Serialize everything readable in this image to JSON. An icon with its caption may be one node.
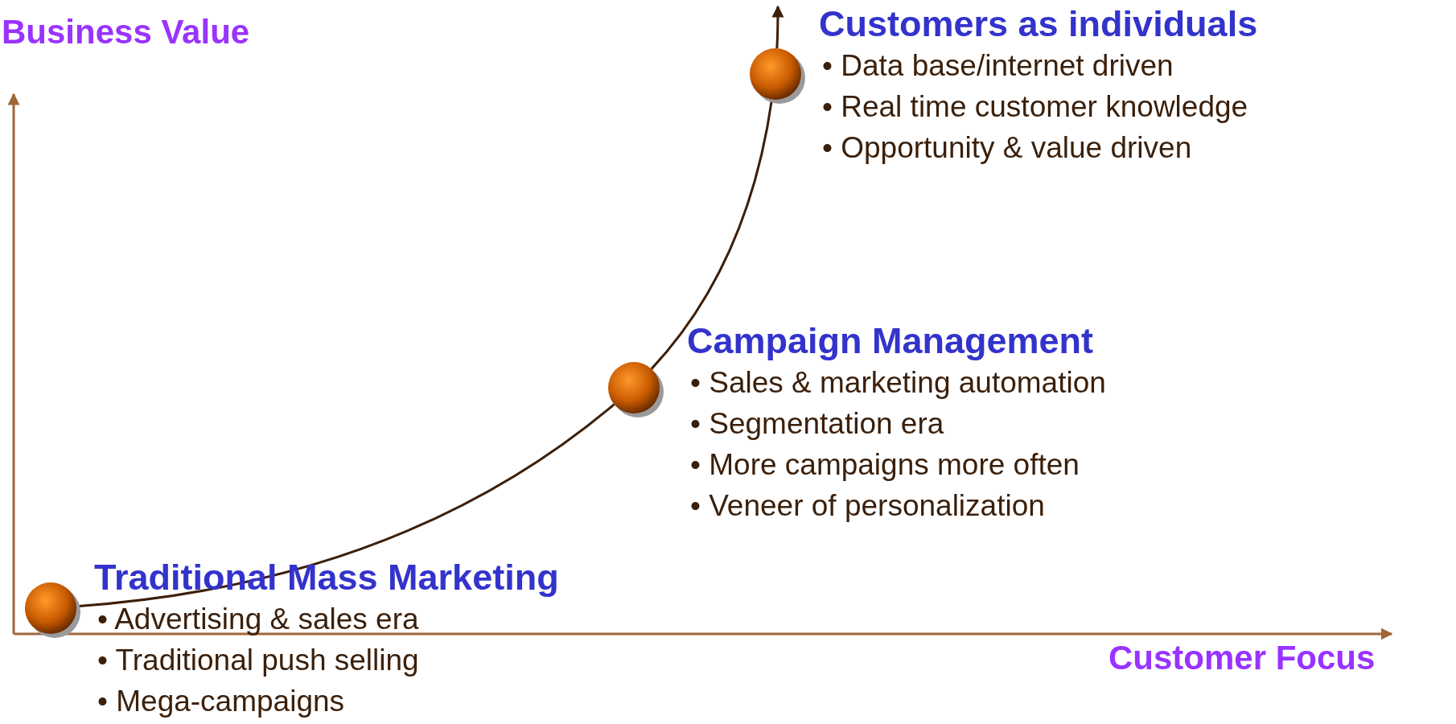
{
  "diagram": {
    "nodes": [
      {
        "text": [
          "Traditional Mass Marketing",
          "• Advertising & sales era",
          "• Traditional push selling",
          "• Mega-campaigns"
        ]
      },
      {
        "text": [
          "Campaign Management",
          "• Sales & marketing automation",
          "• Segmentation era",
          "• More campaigns more often",
          "• Veneer of personalization"
        ]
      },
      {
        "text": [
          "Customers as individuals",
          "• Data base/internet driven",
          "• Real time customer knowledge",
          "• Opportunity & value driven"
        ]
      }
    ],
    "edges": [
      {
        "from": 0,
        "to": 1,
        "arrow": "none"
      },
      {
        "from": 1,
        "to": 2,
        "arrow": "none"
      },
      {
        "from": 2,
        "to": null,
        "arrow": "to"
      }
    ],
    "labels": [
      "Business Value",
      "Customer Focus"
    ]
  }
}
